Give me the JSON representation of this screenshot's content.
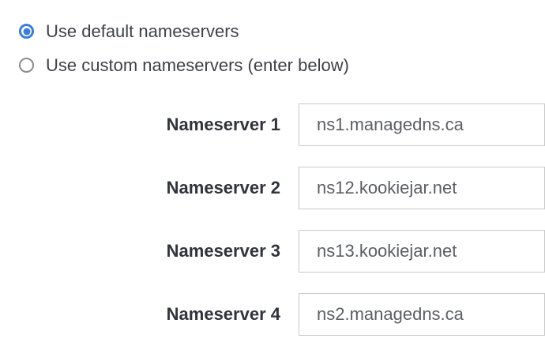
{
  "colors": {
    "background": "#ffffff",
    "accent_blue": "#3b7dd8",
    "radio_unselected": "#8c8c8c",
    "label_text": "#3e4147",
    "field_label_text": "#30333a",
    "input_text": "#5b5e63",
    "input_border": "#c9c9c9"
  },
  "radio_options": [
    {
      "label": "Use default nameservers",
      "selected": true
    },
    {
      "label": "Use custom nameservers (enter below)",
      "selected": false
    }
  ],
  "nameserver_fields": [
    {
      "label": "Nameserver 1",
      "value": "ns1.managedns.ca"
    },
    {
      "label": "Nameserver 2",
      "value": "ns12.kookiejar.net"
    },
    {
      "label": "Nameserver 3",
      "value": "ns13.kookiejar.net"
    },
    {
      "label": "Nameserver 4",
      "value": "ns2.managedns.ca"
    }
  ]
}
